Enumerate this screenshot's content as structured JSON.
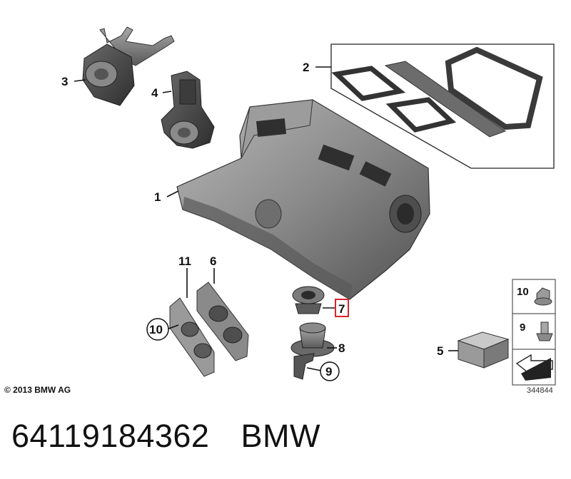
{
  "callouts": {
    "c1": "1",
    "c2": "2",
    "c3": "3",
    "c4": "4",
    "c5": "5",
    "c6": "6",
    "c7": "7",
    "c8": "8",
    "c9": "9",
    "c10": "10",
    "c11": "11",
    "legend10": "10",
    "legend9": "9"
  },
  "copyright": "© 2013 BMW AG",
  "image_number": "344844",
  "footer": {
    "part_number": "64119184362",
    "brand": "BMW"
  },
  "colors": {
    "part_fill": "#8e8e8e",
    "part_dark": "#4a4a4a",
    "highlight": "#d9232d"
  }
}
